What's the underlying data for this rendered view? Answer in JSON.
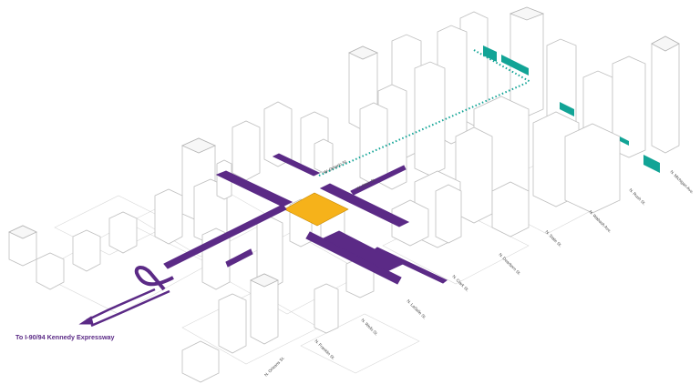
{
  "colors": {
    "route": "#5b2a86",
    "site": "#f6b21a",
    "transit": "#12a496",
    "building_stroke": "#bfbfbf"
  },
  "labels": {
    "expressway": "To I-90/94 Kennedy Expressway"
  },
  "streets": [
    "W. Ontario St.",
    "W. Ohio St.",
    "N. Orleans St.",
    "N. Franklin St.",
    "N. Wells St.",
    "N. LaSalle St.",
    "N. Clark St.",
    "N. Dearborn St.",
    "N. State St.",
    "N. Wabash Ave.",
    "N. Rush St.",
    "N. Michigan Ave."
  ]
}
